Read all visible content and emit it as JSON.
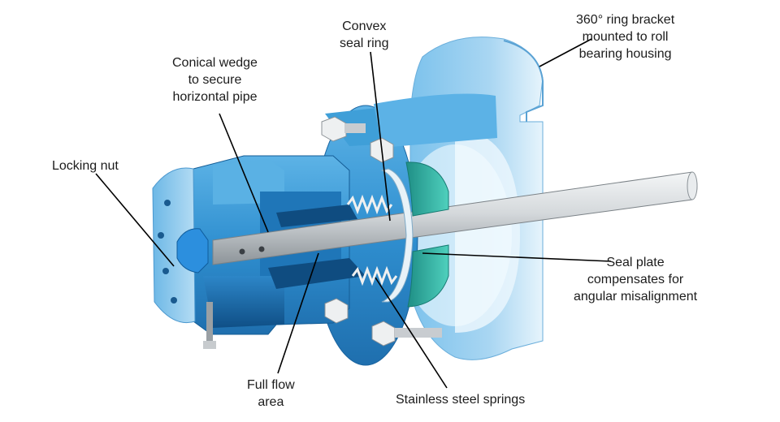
{
  "diagram": {
    "labels": {
      "ring_bracket": [
        "360° ring bracket",
        "mounted to roll",
        "bearing housing"
      ],
      "convex_seal_ring": [
        "Convex",
        "seal ring"
      ],
      "conical_wedge": [
        "Conical wedge",
        "to secure",
        "horizontal pipe"
      ],
      "locking_nut": [
        "Locking nut"
      ],
      "seal_plate": [
        "Seal plate",
        "compensates for",
        "angular misalignment"
      ],
      "full_flow_area": [
        "Full flow",
        "area"
      ],
      "stainless_springs": [
        "Stainless steel springs"
      ]
    },
    "colors": {
      "body_blue": "#3f9fd8",
      "body_dark": "#1b6fae",
      "flange_light": "#a9d6f2",
      "seal_green": "#34b6a5",
      "pipe_silver": "#cfd3d6",
      "leader": "#000000"
    }
  }
}
